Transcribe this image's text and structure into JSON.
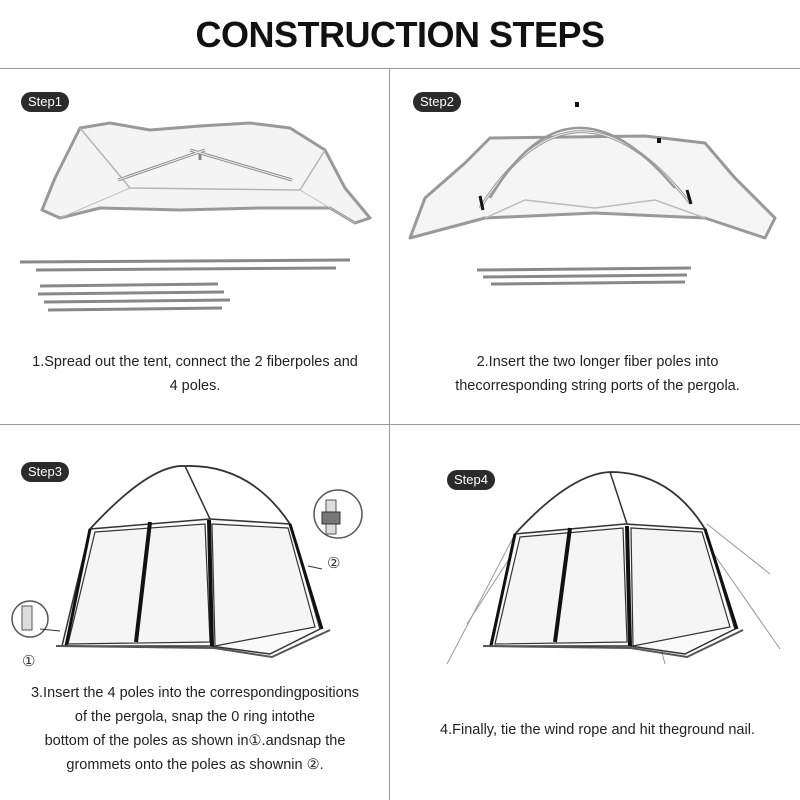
{
  "title": "CONSTRUCTION STEPS",
  "steps": [
    {
      "badge": "Step1",
      "caption_lines": [
        "1.Spread out the tent, connect the 2 fiberpoles and",
        "4 poles."
      ]
    },
    {
      "badge": "Step2",
      "caption_lines": [
        "2.Insert the two longer fiber poles into",
        "thecorresponding string ports of the pergola."
      ]
    },
    {
      "badge": "Step3",
      "caption_lines": [
        "3.Insert the 4 poles into the correspondingpositions",
        "of the pergola, snap the 0 ring intothe",
        "bottom of the poles as shown in①.andsnap the",
        "grommets onto the poles as shownin ②."
      ],
      "callouts": [
        "①",
        "②"
      ]
    },
    {
      "badge": "Step4",
      "caption_lines": [
        "4.Finally, tie the wind rope and hit theground nail."
      ]
    }
  ]
}
